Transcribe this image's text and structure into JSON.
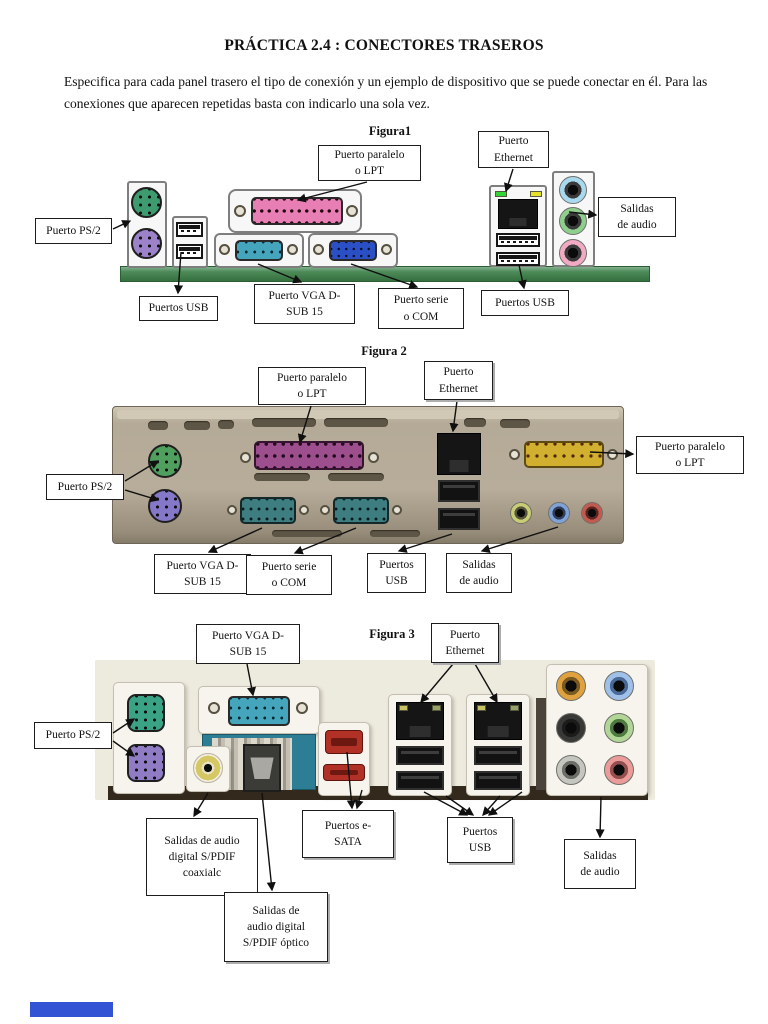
{
  "document": {
    "title": "PRÁCTICA 2.4 : CONECTORES TRASEROS",
    "intro": "Especifica para cada panel trasero el tipo de conexión y un ejemplo de dispositivo que se puede conectar en él. Para las conexiones que aparecen repetidas basta con indicarlo una sola vez."
  },
  "figure1": {
    "caption": "Figura1",
    "labels": {
      "parallel": "Puerto paralelo\no LPT",
      "ethernet": "Puerto\nEthernet",
      "ps2": "Puerto PS/2",
      "audio_out": "Salidas\nde audio",
      "usb_left": "Puertos USB",
      "vga": "Puerto VGA D-\nSUB 15",
      "serial": "Puerto serie\no COM",
      "usb_right": "Puertos USB"
    }
  },
  "figure2": {
    "caption": "Figura 2",
    "labels": {
      "parallel": "Puerto paralelo\no LPT",
      "ethernet": "Puerto\nEthernet",
      "parallel_right": "Puerto paralelo\no LPT",
      "ps2": "Puerto PS/2",
      "vga": "Puerto VGA D-\nSUB 15",
      "serial": "Puerto serie\no COM",
      "usb": "Puertos\nUSB",
      "audio_out": "Salidas\nde audio"
    }
  },
  "figure3": {
    "caption": "Figura 3",
    "labels": {
      "vga": "Puerto VGA D-\nSUB 15",
      "ethernet": "Puerto\nEthernet",
      "ps2": "Puerto PS/2",
      "spdif_coaxial": "Salidas de audio\ndigital S/PDIF\ncoaxialc",
      "esata": "Puertos e-\nSATA",
      "usb": "Puertos\nUSB",
      "audio_out": "Salidas\nde audio",
      "spdif_optical": "Salidas de\naudio digital\nS/PDIF óptico"
    }
  },
  "palette": {
    "ps2_green": "#3E9B70",
    "ps2_purple": "#9B82C9",
    "parallel_pink": "#E77FB5",
    "parallel_purple": "#9C4F8C",
    "serial_teal": "#45A5BD",
    "vga_blue": "#2B50C5",
    "game_yellow": "#D2B02F",
    "esata_red": "#B23127",
    "pcb_green": "#4C8A58",
    "audio_jack_blue": "#A8D9EF",
    "audio_jack_green": "#8FCF8D",
    "audio_jack_pink": "#F2A9C4",
    "blue_bar": "#3253D4"
  }
}
